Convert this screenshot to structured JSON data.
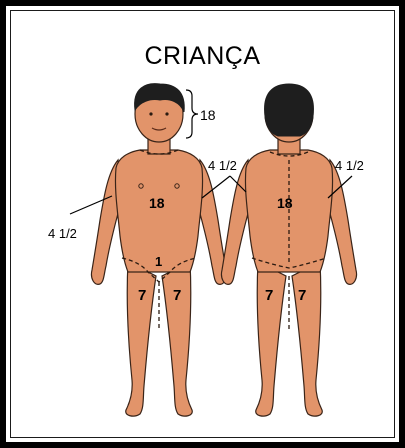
{
  "title": "CRIANÇA",
  "colors": {
    "skin": "#e2946a",
    "skin_shadow": "#c9764d",
    "hair": "#1e1e1e",
    "outline": "#3a2418",
    "frame": "#000000"
  },
  "labels": {
    "head": "18",
    "arm_front_right": "4 1/2",
    "arm_left": "4 1/2",
    "arm_back_right": "4 1/2",
    "trunk_front": "18",
    "trunk_back": "18",
    "genital": "1",
    "leg_front_left": "7",
    "leg_front_right": "7",
    "leg_back_left": "7",
    "leg_back_right": "7"
  }
}
